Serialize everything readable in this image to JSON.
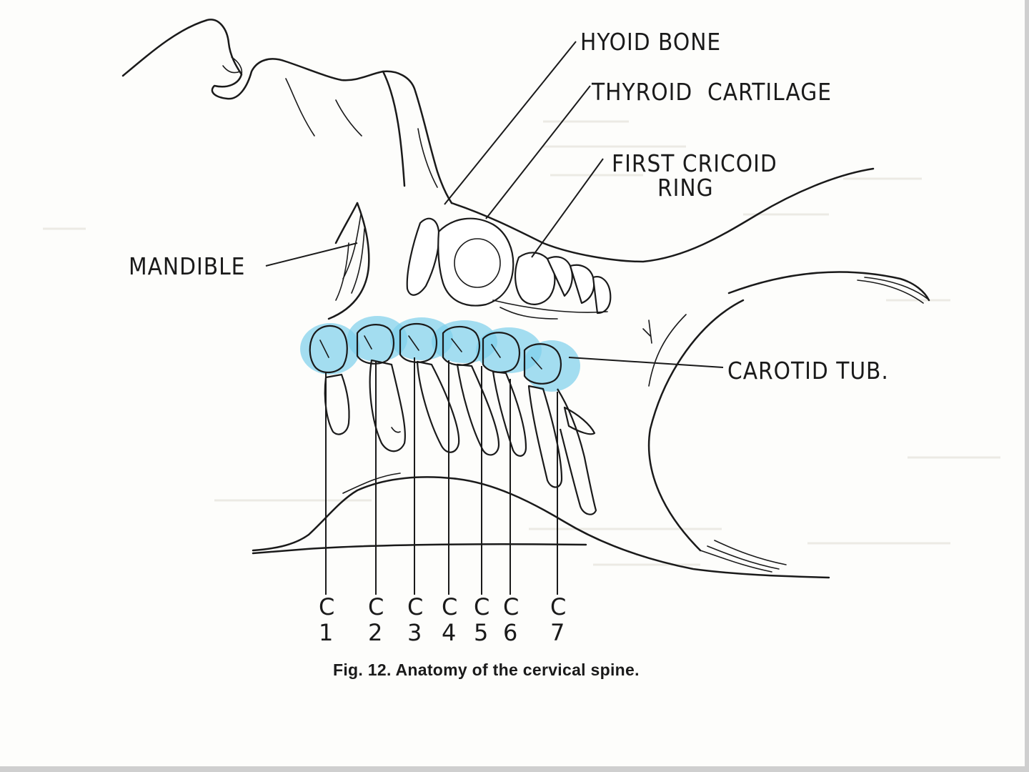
{
  "labels": {
    "hyoid": "HYOID BONE",
    "thyroid": "THYROID  CARTILAGE",
    "cricoid_line1": "FIRST CRICOID",
    "cricoid_line2": "RING",
    "mandible": "MANDIBLE",
    "carotid": "CAROTID TUB."
  },
  "vertebrae": [
    {
      "letter": "C",
      "number": "1"
    },
    {
      "letter": "C",
      "number": "2"
    },
    {
      "letter": "C",
      "number": "3"
    },
    {
      "letter": "C",
      "number": "4"
    },
    {
      "letter": "C",
      "number": "5"
    },
    {
      "letter": "C",
      "number": "6"
    },
    {
      "letter": "C",
      "number": "7"
    }
  ],
  "caption": "Fig.  12.  Anatomy of the cervical spine.",
  "colors": {
    "highlight": "#7fd0ec",
    "ink": "#1a1a1a"
  }
}
